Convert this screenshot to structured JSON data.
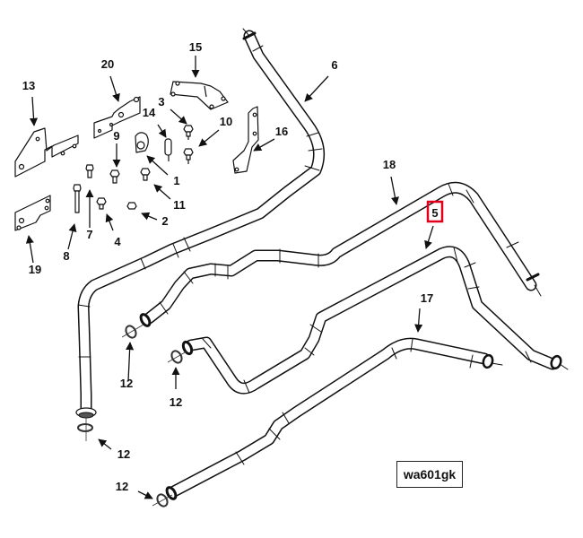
{
  "diagram": {
    "title": "Tube assembly exploded parts diagram",
    "figure_code": "wa601gk",
    "highlight_color": "#e0001b",
    "highlighted_callout": "5",
    "callouts": [
      {
        "id": "c13",
        "label": "13"
      },
      {
        "id": "c20",
        "label": "20"
      },
      {
        "id": "c15",
        "label": "15"
      },
      {
        "id": "c6",
        "label": "6"
      },
      {
        "id": "c3",
        "label": "3"
      },
      {
        "id": "c14",
        "label": "14"
      },
      {
        "id": "c10",
        "label": "10"
      },
      {
        "id": "c16",
        "label": "16"
      },
      {
        "id": "c9",
        "label": "9"
      },
      {
        "id": "c1",
        "label": "1"
      },
      {
        "id": "c11",
        "label": "11"
      },
      {
        "id": "c2",
        "label": "2"
      },
      {
        "id": "c7",
        "label": "7"
      },
      {
        "id": "c4",
        "label": "4"
      },
      {
        "id": "c8",
        "label": "8"
      },
      {
        "id": "c19",
        "label": "19"
      },
      {
        "id": "c18",
        "label": "18"
      },
      {
        "id": "c5",
        "label": "5"
      },
      {
        "id": "c17",
        "label": "17"
      },
      {
        "id": "c12a",
        "label": "12"
      },
      {
        "id": "c12b",
        "label": "12"
      },
      {
        "id": "c12c",
        "label": "12"
      },
      {
        "id": "c12d",
        "label": "12"
      }
    ]
  }
}
